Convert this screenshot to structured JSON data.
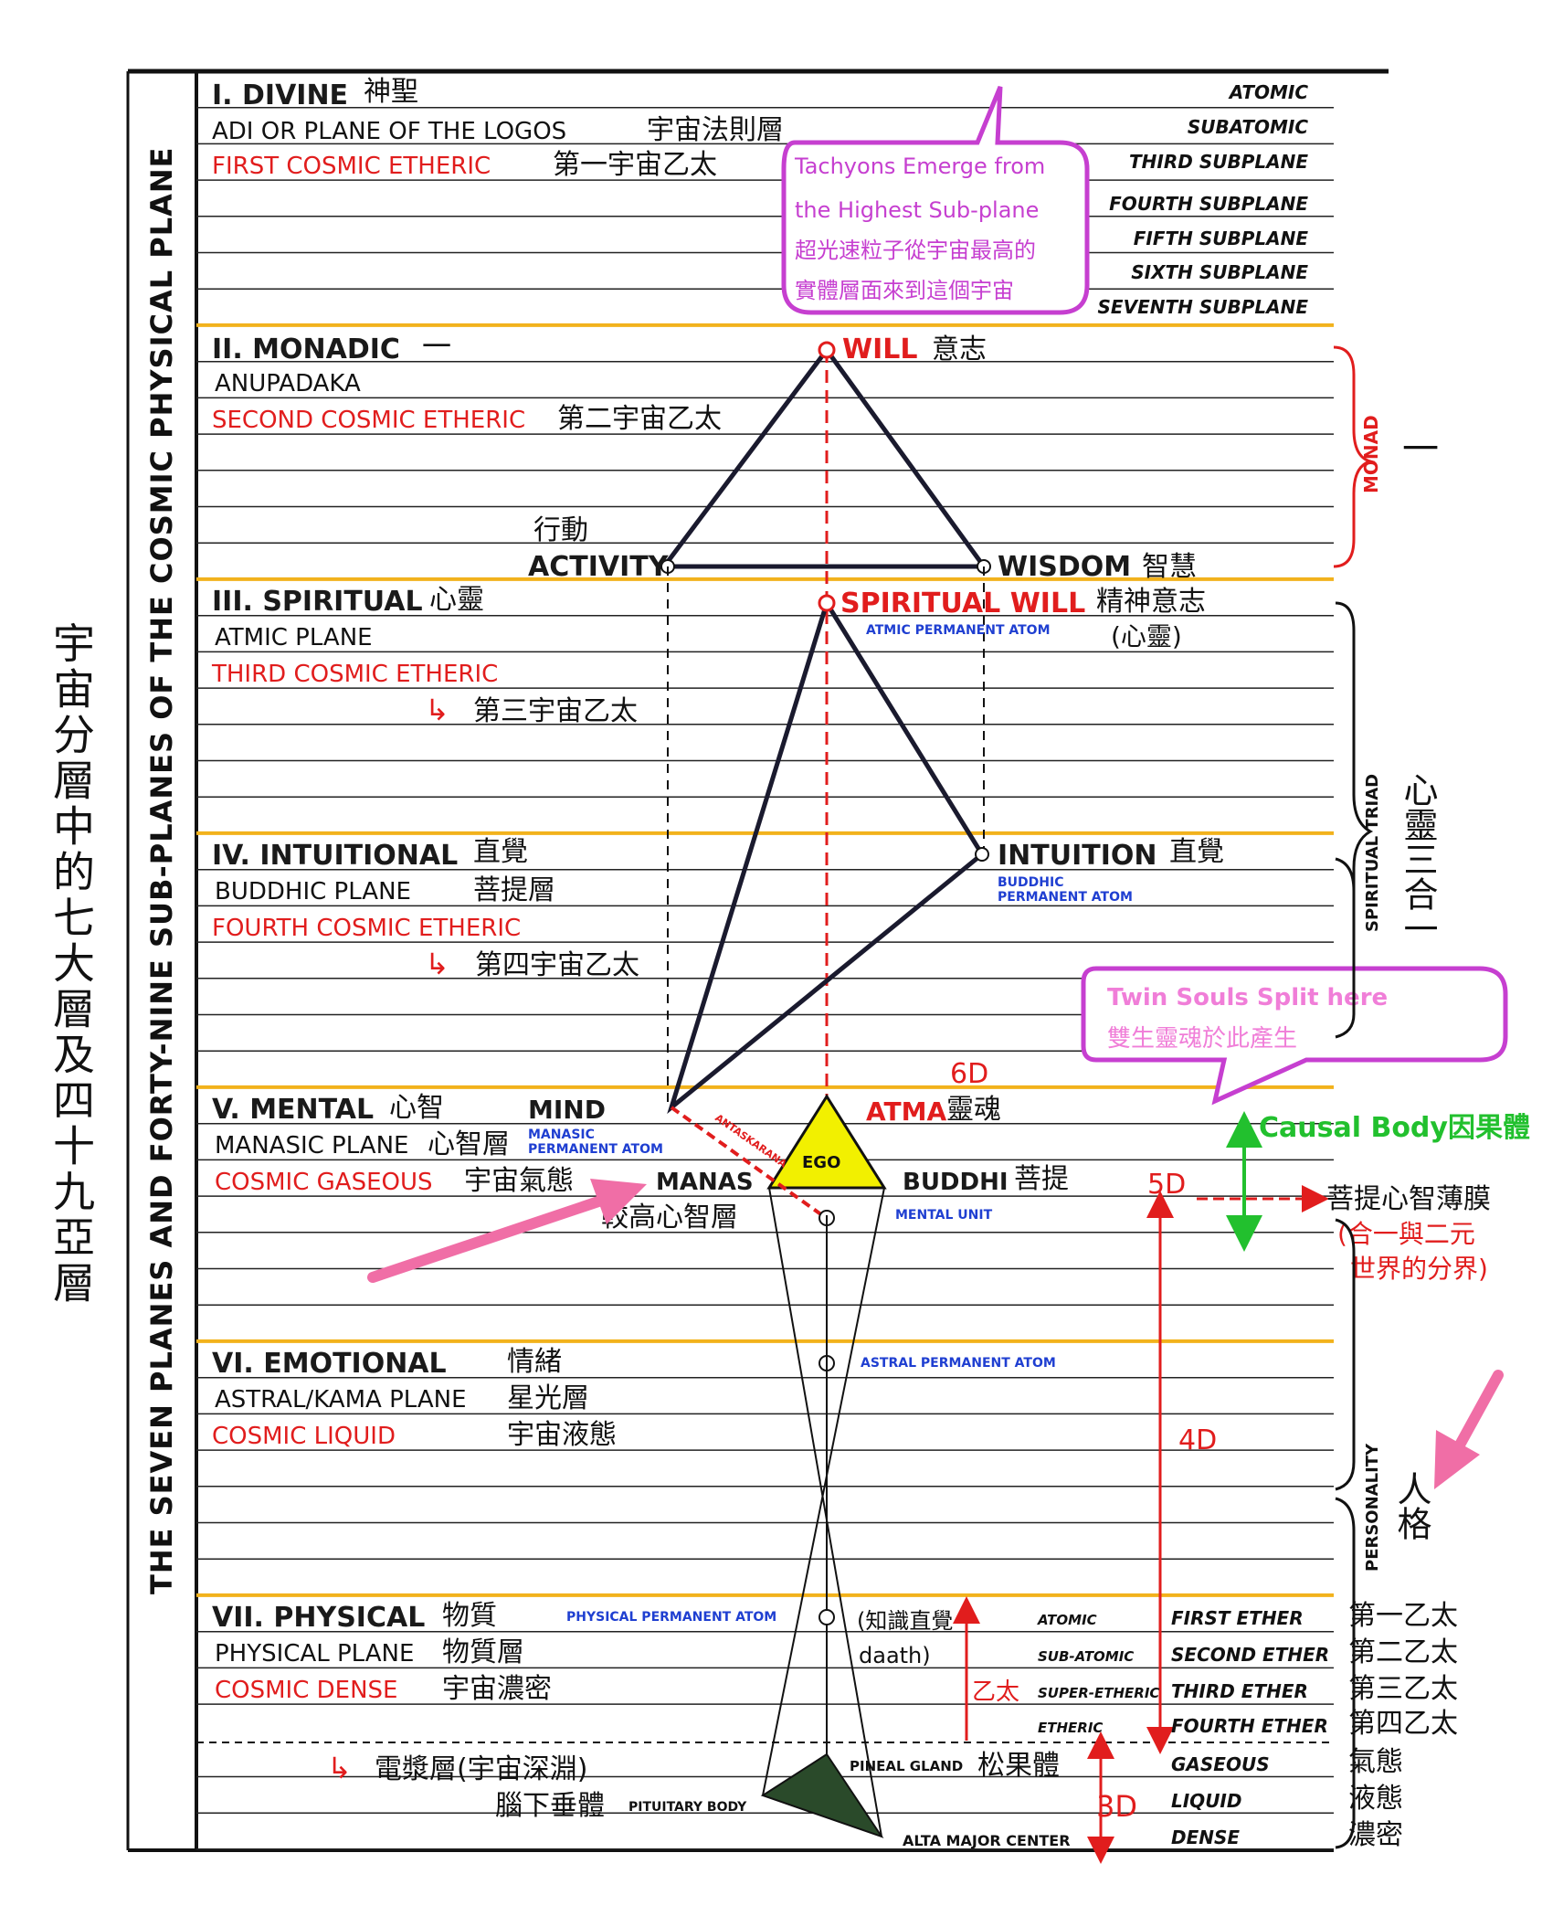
{
  "left_title_zh": "宇宙分層中的七大層及四十九亞層",
  "side_title": "THE SEVEN PLANES AND FORTY-NINE SUB-PLANES OF THE COSMIC PHYSICAL PLANE",
  "colors": {
    "red": "#e11d1d",
    "blue": "#1f3fd1",
    "magenta": "#c63fd0",
    "pink": "#f06ea6",
    "green": "#22c02e",
    "yellow": "#f2f000",
    "orange_line": "#f2b21c",
    "black": "#111111"
  },
  "planes": {
    "divine": {
      "name": "I. DIVINE",
      "zh": "神聖",
      "sub": "ADI OR PLANE OF THE LOGOS",
      "sub_zh": "宇宙法則層",
      "cosmic": "FIRST COSMIC ETHERIC",
      "cosmic_zh": "第一宇宙乙太"
    },
    "monadic": {
      "name": "II. MONADIC",
      "zh": "一",
      "sub": "ANUPADAKA",
      "cosmic": "SECOND COSMIC ETHERIC",
      "cosmic_zh": "第二宇宙乙太"
    },
    "spiritual": {
      "name": "III. SPIRITUAL",
      "zh": "心靈",
      "sub": "ATMIC PLANE",
      "cosmic": "THIRD COSMIC ETHERIC",
      "cosmic_zh": "第三宇宙乙太"
    },
    "intuitional": {
      "name": "IV. INTUITIONAL",
      "zh": "直覺",
      "sub": "BUDDHIC PLANE",
      "sub_zh": "菩提層",
      "cosmic": "FOURTH COSMIC ETHERIC",
      "cosmic_zh": "第四宇宙乙太"
    },
    "mental": {
      "name": "V. MENTAL",
      "zh": "心智",
      "sub": "MANASIC PLANE",
      "sub_zh": "心智層",
      "cosmic": "COSMIC GASEOUS",
      "cosmic_zh": "宇宙氣態"
    },
    "emotional": {
      "name": "VI. EMOTIONAL",
      "zh": "情緒",
      "sub": "ASTRAL/KAMA PLANE",
      "sub_zh": "星光層",
      "cosmic": "COSMIC LIQUID",
      "cosmic_zh": "宇宙液態"
    },
    "physical": {
      "name": "VII. PHYSICAL",
      "zh": "物質",
      "sub": "PHYSICAL PLANE",
      "sub_zh": "物質層",
      "cosmic": "COSMIC DENSE",
      "cosmic_zh": "宇宙濃密"
    }
  },
  "subplanes": [
    "ATOMIC",
    "SUBATOMIC",
    "THIRD SUBPLANE",
    "FOURTH SUBPLANE",
    "FIFTH SUBPLANE",
    "SIXTH SUBPLANE",
    "SEVENTH SUBPLANE"
  ],
  "callout_tachyons": {
    "l1": "Tachyons Emerge from",
    "l2": "the Highest Sub-plane",
    "l3": "超光速粒子從宇宙最高的",
    "l4": "實體層面來到這個宇宙"
  },
  "callout_twin": {
    "l1": "Twin Souls Split here",
    "l2": "雙生靈魂於此產生"
  },
  "labels": {
    "will": "WILL",
    "will_zh": "意志",
    "activity": "ACTIVITY",
    "activity_zh": "行動",
    "wisdom": "WISDOM",
    "wisdom_zh": "智慧",
    "spiritual_will": "SPIRITUAL WILL",
    "spiritual_will_zh": "精神意志",
    "spiritual_will_zh2": "(心靈)",
    "atmic_atom": "ATMIC PERMANENT ATOM",
    "intuition": "INTUITION",
    "intuition_zh": "直覺",
    "buddhic_atom_1": "BUDDHIC",
    "buddhic_atom_2": "PERMANENT ATOM",
    "mind": "MIND",
    "manasic_atom_1": "MANASIC",
    "manasic_atom_2": "PERMANENT ATOM",
    "atma": "ATMA",
    "atma_zh": "靈魂",
    "ego": "EGO",
    "antaskarana": "ANTASKARANA",
    "manas": "MANAS",
    "higher_mind_zh": "較高心智層",
    "buddhi": "BUDDHI",
    "buddhi_zh": "菩提",
    "mental_unit": "MENTAL UNIT",
    "astral_atom": "ASTRAL PERMANENT ATOM",
    "physical_atom": "PHYSICAL PERMANENT ATOM",
    "daath_1": "(知識直覺",
    "daath_2": "daath)",
    "ether_zh": "乙太",
    "pineal": "PINEAL GLAND",
    "pineal_zh": "松果體",
    "pituitary": "PITUITARY BODY",
    "pituitary_zh": "腦下垂體",
    "alta": "ALTA MAJOR CENTER",
    "plasma_zh": "電漿層(宇宙深淵)",
    "causal": "Causal Body因果體",
    "membrane_zh": "菩提心智薄膜",
    "membrane_zh2": "(合一與二元",
    "membrane_zh3": "世界的分界)",
    "d6": "6D",
    "d5": "5D",
    "d4": "4D",
    "d3": "3D",
    "monad_v": "MONAD",
    "monad_zh": "一",
    "triad_v": "SPIRITUAL TRIAD",
    "triad_zh": "心靈三合一",
    "personality_v": "PERSONALITY",
    "personality_zh": "人格"
  },
  "physical_subs": [
    {
      "a": "ATOMIC",
      "b": "FIRST ETHER",
      "zh": "第一乙太"
    },
    {
      "a": "SUB-ATOMIC",
      "b": "SECOND ETHER",
      "zh": "第二乙太"
    },
    {
      "a": "SUPER-ETHERIC",
      "b": "THIRD ETHER",
      "zh": "第三乙太"
    },
    {
      "a": "ETHERIC",
      "b": "FOURTH ETHER",
      "zh": "第四乙太"
    },
    {
      "a": "",
      "b": "GASEOUS",
      "zh": "氣態"
    },
    {
      "a": "",
      "b": "LIQUID",
      "zh": "液態"
    },
    {
      "a": "",
      "b": "DENSE",
      "zh": "濃密"
    }
  ]
}
